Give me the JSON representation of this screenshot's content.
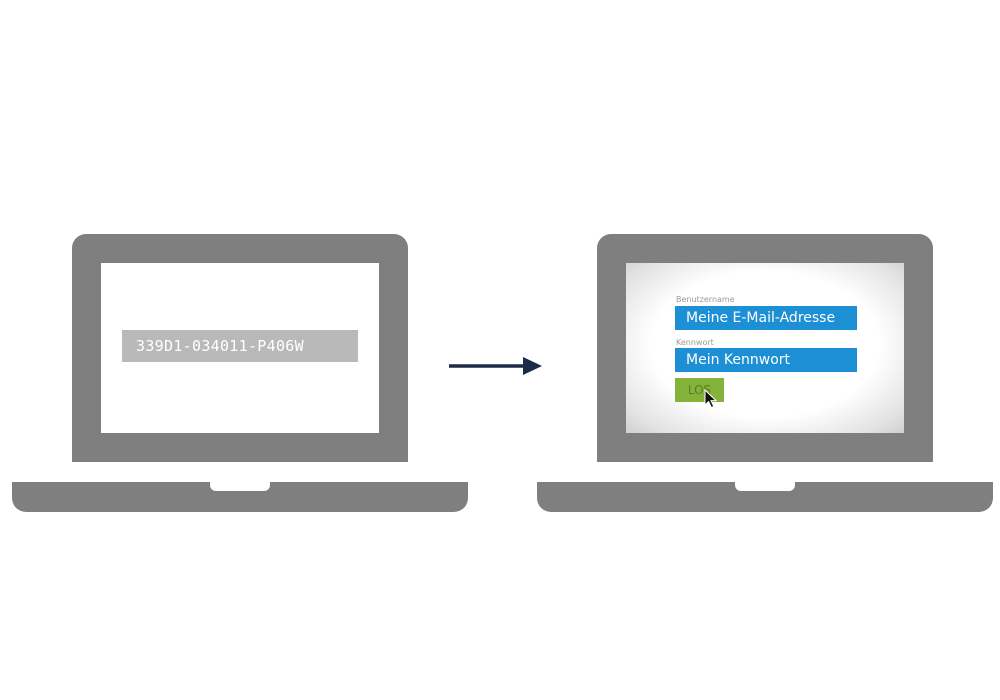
{
  "left_screen": {
    "code": "339D1-034011-P406W"
  },
  "right_screen": {
    "username_label": "Benutzername",
    "username_value": "Meine E-Mail-Adresse",
    "password_label": "Kennwort",
    "password_value": "Mein Kennwort",
    "submit_label": "LOS"
  },
  "colors": {
    "laptop_body": "#7f7f7f",
    "code_box": "#b9b9b9",
    "input_field": "#1c8fd5",
    "go_button": "#84b33a",
    "arrow": "#1d2a48"
  },
  "icons": {
    "cursor": "mouse-pointer-icon",
    "flow": "arrow-right-icon"
  }
}
